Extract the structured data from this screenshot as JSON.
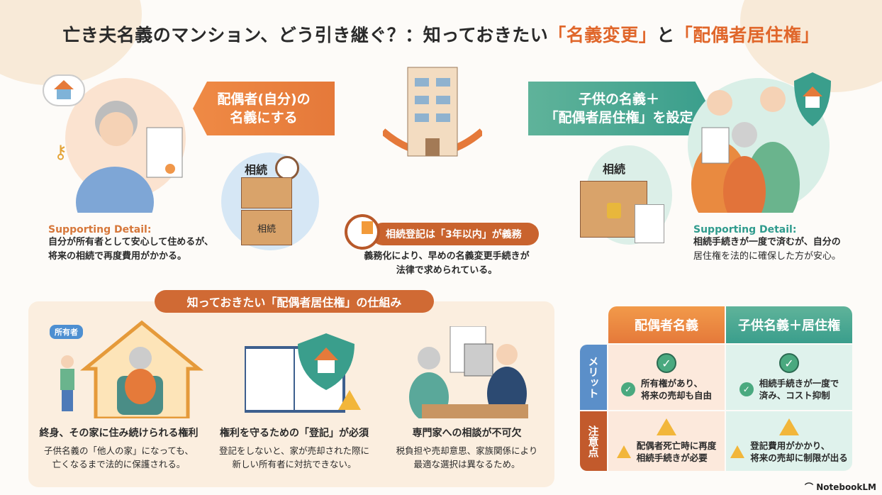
{
  "title": {
    "part1": "亡き夫名義のマンション、どう引き継ぐ？：知っておきたい",
    "hl1": "「名義変更」",
    "part2": "と",
    "hl2": "「配偶者居住権」"
  },
  "left": {
    "banner_line1": "配偶者(自分)の",
    "banner_line2": "名義にする",
    "inherit_label": "相続",
    "box_label": "相続",
    "supporting_heading": "Supporting Detail:",
    "supporting_line1": "自分が所有者として安心して住めるが、",
    "supporting_line2": "将来の相続で再度費用がかかる。"
  },
  "right": {
    "banner_line1": "子供の名義＋",
    "banner_line2": "「配偶者居住権」を設定",
    "inherit_label": "相続",
    "supporting_heading": "Supporting Detail:",
    "supporting_line1": "相続手続きが一度で済むが、自分の",
    "supporting_line2": "居住権を法的に確保した方が安心。"
  },
  "center": {
    "deadline_label": "相続登記は「3年以内」が義務",
    "deadline_line1": "義務化により、早めの名義変更手続きが",
    "deadline_line2": "法律で求められている。"
  },
  "mechanism": {
    "header": "知っておきたい「配偶者居住権」の仕組み",
    "owner_tag": "所有者",
    "columns": [
      {
        "title": "終身、その家に住み続けられる権利",
        "line1": "子供名義の「他人の家」になっても、",
        "line2": "亡くなるまで法的に保護される。"
      },
      {
        "title": "権利を守るための「登記」が必須",
        "line1": "登記をしないと、家が売却された際に",
        "line2": "新しい所有者に対抗できない。"
      },
      {
        "title": "専門家への相談が不可欠",
        "line1": "税負担や売却意思、家族関係により",
        "line2": "最適な選択は異なるため。"
      }
    ]
  },
  "table": {
    "col1": "配偶者名義",
    "col2": "子供名義＋居住権",
    "row1": "メリット",
    "row2": "注意点",
    "c11_line1": "所有権があり、",
    "c11_line2": "将来の売却も自由",
    "c12_line1": "相続手続きが一度で",
    "c12_line2": "済み、コスト抑制",
    "c21_line1": "配偶者死亡時に再度",
    "c21_line2": "相続手続きが必要",
    "c22_line1": "登記費用がかかり、",
    "c22_line2": "将来の売却に制限が出る"
  },
  "colors": {
    "orange": "#e5793a",
    "teal": "#3a9e8c",
    "blue": "#5b8fc9",
    "rust": "#c25a2c"
  },
  "watermark": "NotebookLM"
}
